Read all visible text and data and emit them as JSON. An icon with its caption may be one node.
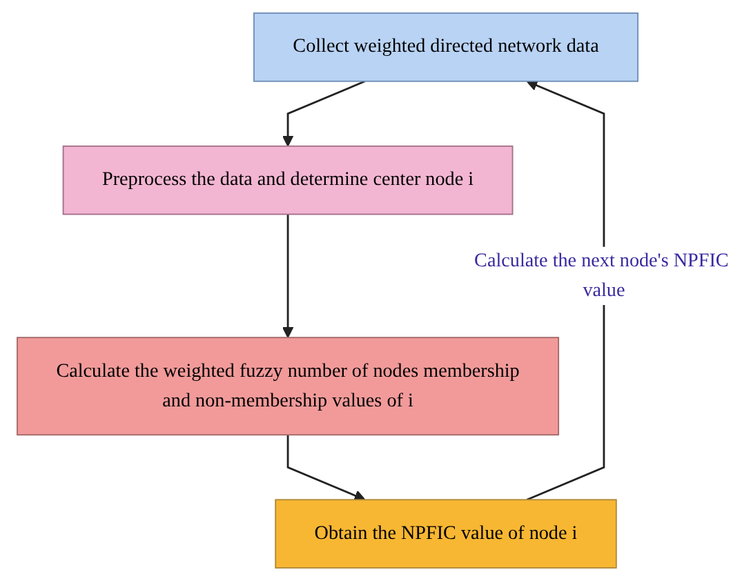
{
  "diagram": {
    "nodes": [
      {
        "text": [
          "Collect weighted directed network data"
        ]
      },
      {
        "text": [
          "Preprocess the data and determine center node i"
        ]
      },
      {
        "text": [
          "Calculate the weighted fuzzy number of nodes membership and non-membership values of i"
        ]
      },
      {
        "text": [
          "Obtain the NPFIC value of node i"
        ]
      }
    ],
    "edges": [
      {
        "from": 0,
        "to": 1,
        "arrow": "to"
      },
      {
        "from": 1,
        "to": 2,
        "arrow": "to"
      },
      {
        "from": 2,
        "to": 3,
        "arrow": "to"
      },
      {
        "from": 3,
        "to": 0,
        "arrow": "to",
        "label": "Calculate the next node's NPFIC value"
      }
    ]
  }
}
